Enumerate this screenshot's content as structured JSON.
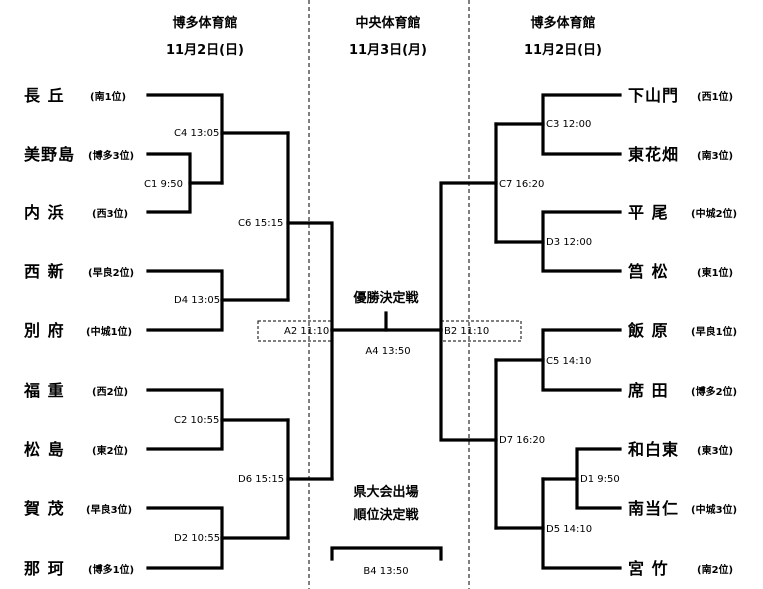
{
  "headers": {
    "left_venue": "博多体育館",
    "left_date": "11月2日(日)",
    "center_venue": "中央体育館",
    "center_date": "11月3日(月)",
    "right_venue": "博多体育館",
    "right_date": "11月2日(日)"
  },
  "left_teams": [
    {
      "name": "長 丘",
      "seed": "(南1位)"
    },
    {
      "name": "美野島",
      "seed": "(博多3位)"
    },
    {
      "name": "内 浜",
      "seed": "(西3位)"
    },
    {
      "name": "西 新",
      "seed": "(早良2位)"
    },
    {
      "name": "別 府",
      "seed": "(中城1位)"
    },
    {
      "name": "福 重",
      "seed": "(西2位)"
    },
    {
      "name": "松 島",
      "seed": "(東2位)"
    },
    {
      "name": "賀 茂",
      "seed": "(早良3位)"
    },
    {
      "name": "那 珂",
      "seed": "(博多1位)"
    }
  ],
  "right_teams": [
    {
      "name": "下山門",
      "seed": "(西1位)"
    },
    {
      "name": "東花畑",
      "seed": "(南3位)"
    },
    {
      "name": "平 尾",
      "seed": "(中城2位)"
    },
    {
      "name": "筥 松",
      "seed": "(東1位)"
    },
    {
      "name": "飯 原",
      "seed": "(早良1位)"
    },
    {
      "name": "席 田",
      "seed": "(博多2位)"
    },
    {
      "name": "和白東",
      "seed": "(東3位)"
    },
    {
      "name": "南当仁",
      "seed": "(中城3位)"
    },
    {
      "name": "宮 竹",
      "seed": "(南2位)"
    }
  ],
  "matches": {
    "c1": "C1 9:50",
    "c4": "C4 13:05",
    "d4": "D4 13:05",
    "c6": "C6 15:15",
    "c2": "C2 10:55",
    "d2": "D2 10:55",
    "d6": "D6 15:15",
    "a2": "A2 11:10",
    "c3": "C3 12:00",
    "d3": "D3 12:00",
    "c7": "C7 16:20",
    "c5": "C5 14:10",
    "d1": "D1 9:50",
    "d5": "D5 14:10",
    "d7": "D7 16:20",
    "b2": "B2 11:10",
    "a4": "A4 13:50",
    "b4": "B4 13:50"
  },
  "center": {
    "final_title": "優勝決定戦",
    "placement_title_1": "県大会出場",
    "placement_title_2": "順位決定戦"
  }
}
